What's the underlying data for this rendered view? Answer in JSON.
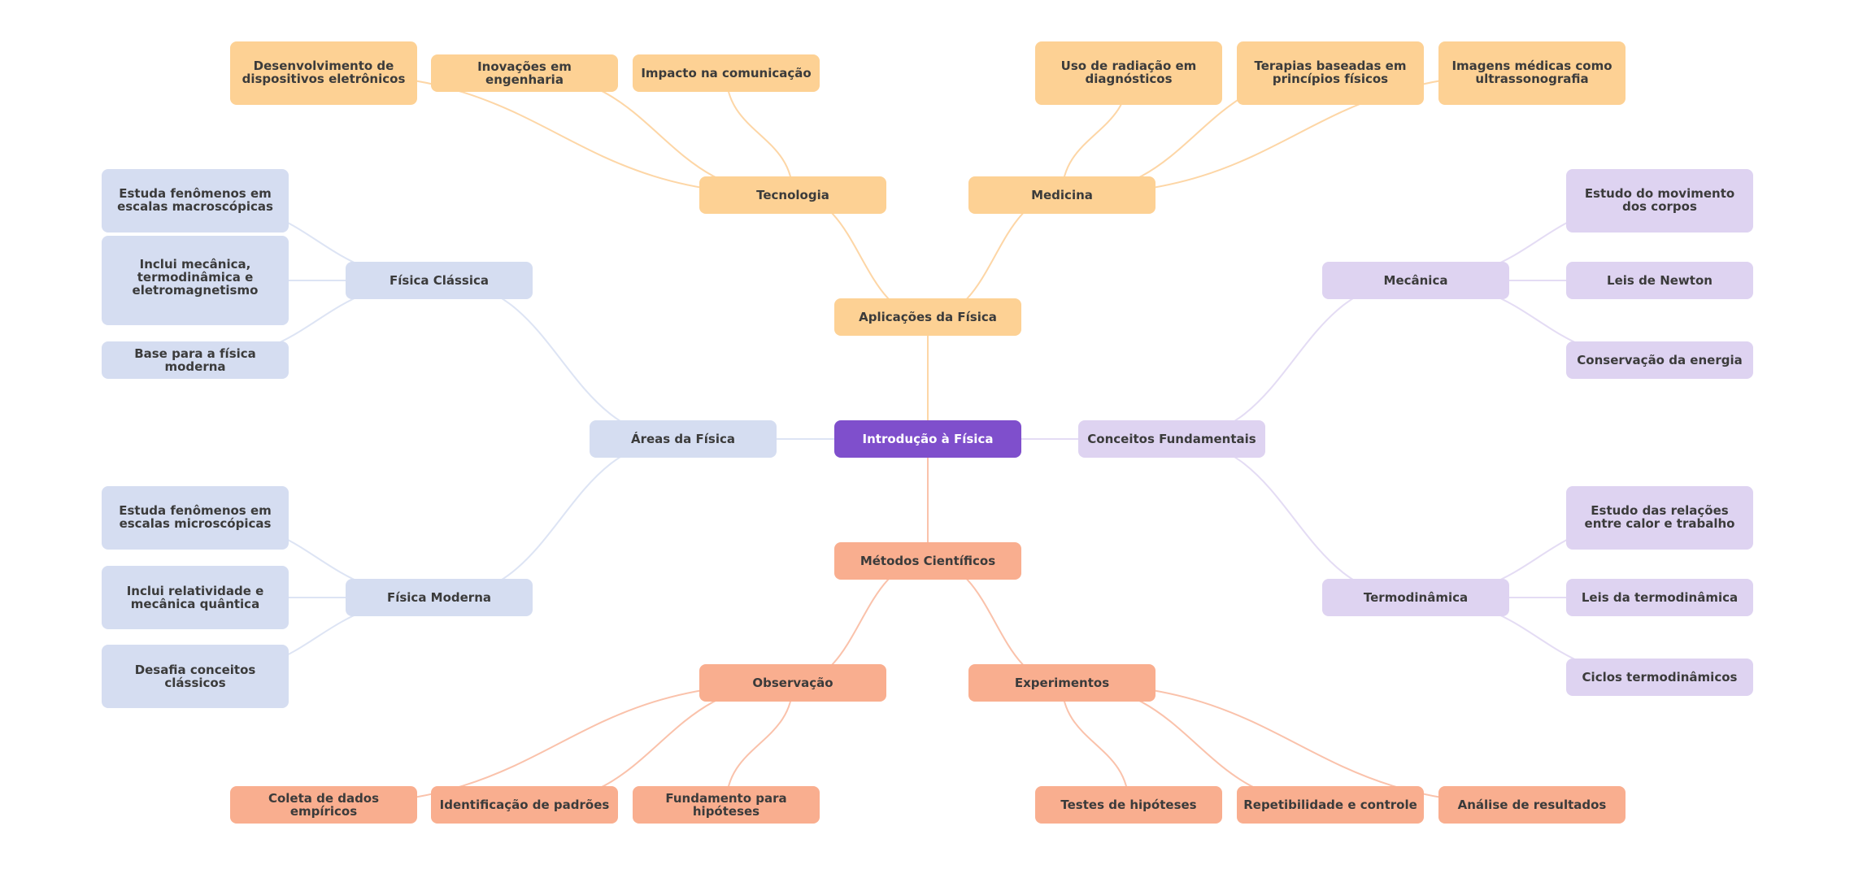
{
  "title": "Introdução à Física",
  "colors": {
    "root": "#7f4fcc",
    "aplicacoes": "#fdd194",
    "aplicacoes_edge": "#fdd6a6",
    "metodos": "#f9ae8f",
    "metodos_edge": "#fac2ab",
    "areas": "#d5ddf1",
    "areas_edge": "#dde4f4",
    "conceitos": "#ded3f1",
    "conceitos_edge": "#e4dcf4",
    "text": "#3b3b3b"
  },
  "nodes": {
    "root": "Introdução à Física",
    "aplicacoes": "Aplicações da Física",
    "tecnologia": "Tecnologia",
    "tec_1": "Desenvolvimento de dispositivos eletrônicos",
    "tec_2": "Inovações em engenharia",
    "tec_3": "Impacto na comunicação",
    "medicina": "Medicina",
    "med_1": "Uso de radiação em diagnósticos",
    "med_2": "Terapias baseadas em princípios físicos",
    "med_3": "Imagens médicas como ultrassonografia",
    "areas": "Áreas da Física",
    "classica": "Física Clássica",
    "cla_1": "Estuda fenômenos em escalas macroscópicas",
    "cla_2": "Inclui mecânica, termodinâmica e eletromagnetismo",
    "cla_3": "Base para a física moderna",
    "moderna": "Física Moderna",
    "mod_1": "Estuda fenômenos em escalas microscópicas",
    "mod_2": "Inclui relatividade e mecânica quântica",
    "mod_3": "Desafia conceitos clássicos",
    "conceitos": "Conceitos Fundamentais",
    "mecanica": "Mecânica",
    "mec_1": "Estudo do movimento dos corpos",
    "mec_2": "Leis de Newton",
    "mec_3": "Conservação da energia",
    "termo": "Termodinâmica",
    "ter_1": "Estudo das relações entre calor e trabalho",
    "ter_2": "Leis da termodinâmica",
    "ter_3": "Ciclos termodinâmicos",
    "metodos": "Métodos Científicos",
    "observacao": "Observação",
    "obs_1": "Coleta de dados empíricos",
    "obs_2": "Identificação de padrões",
    "obs_3": "Fundamento para hipóteses",
    "experimentos": "Experimentos",
    "exp_1": "Testes de hipóteses",
    "exp_2": "Repetibilidade e controle",
    "exp_3": "Análise de resultados"
  },
  "edges": [
    [
      "root",
      "aplicacoes",
      "aplicacoes_edge"
    ],
    [
      "root",
      "metodos",
      "metodos_edge"
    ],
    [
      "root",
      "areas",
      "areas_edge"
    ],
    [
      "root",
      "conceitos",
      "conceitos_edge"
    ],
    [
      "aplicacoes",
      "tecnologia",
      "aplicacoes_edge"
    ],
    [
      "aplicacoes",
      "medicina",
      "aplicacoes_edge"
    ],
    [
      "tecnologia",
      "tec_1",
      "aplicacoes_edge"
    ],
    [
      "tecnologia",
      "tec_2",
      "aplicacoes_edge"
    ],
    [
      "tecnologia",
      "tec_3",
      "aplicacoes_edge"
    ],
    [
      "medicina",
      "med_1",
      "aplicacoes_edge"
    ],
    [
      "medicina",
      "med_2",
      "aplicacoes_edge"
    ],
    [
      "medicina",
      "med_3",
      "aplicacoes_edge"
    ],
    [
      "areas",
      "classica",
      "areas_edge"
    ],
    [
      "areas",
      "moderna",
      "areas_edge"
    ],
    [
      "classica",
      "cla_1",
      "areas_edge"
    ],
    [
      "classica",
      "cla_2",
      "areas_edge"
    ],
    [
      "classica",
      "cla_3",
      "areas_edge"
    ],
    [
      "moderna",
      "mod_1",
      "areas_edge"
    ],
    [
      "moderna",
      "mod_2",
      "areas_edge"
    ],
    [
      "moderna",
      "mod_3",
      "areas_edge"
    ],
    [
      "conceitos",
      "mecanica",
      "conceitos_edge"
    ],
    [
      "conceitos",
      "termo",
      "conceitos_edge"
    ],
    [
      "mecanica",
      "mec_1",
      "conceitos_edge"
    ],
    [
      "mecanica",
      "mec_2",
      "conceitos_edge"
    ],
    [
      "mecanica",
      "mec_3",
      "conceitos_edge"
    ],
    [
      "termo",
      "ter_1",
      "conceitos_edge"
    ],
    [
      "termo",
      "ter_2",
      "conceitos_edge"
    ],
    [
      "termo",
      "ter_3",
      "conceitos_edge"
    ],
    [
      "metodos",
      "observacao",
      "metodos_edge"
    ],
    [
      "metodos",
      "experimentos",
      "metodos_edge"
    ],
    [
      "observacao",
      "obs_1",
      "metodos_edge"
    ],
    [
      "observacao",
      "obs_2",
      "metodos_edge"
    ],
    [
      "observacao",
      "obs_3",
      "metodos_edge"
    ],
    [
      "experimentos",
      "exp_1",
      "metodos_edge"
    ],
    [
      "experimentos",
      "exp_2",
      "metodos_edge"
    ],
    [
      "experimentos",
      "exp_3",
      "metodos_edge"
    ]
  ]
}
